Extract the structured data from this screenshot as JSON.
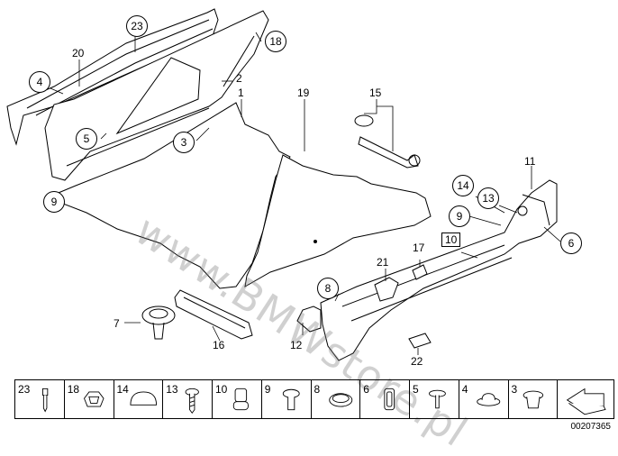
{
  "watermark": "www.BMWstore.pl",
  "callouts": {
    "c23": "23",
    "c20": "20",
    "c18": "18",
    "c4": "4",
    "c2": "2",
    "c1": "1",
    "c19": "19",
    "c15": "15",
    "c5": "5",
    "c3": "3",
    "c9a": "9",
    "c11": "11",
    "c14": "14",
    "c13": "13",
    "c9b": "9",
    "c6": "6",
    "c10": "10",
    "c17": "17",
    "c21": "21",
    "c8": "8",
    "c7": "7",
    "c16": "16",
    "c12": "12",
    "c22": "22"
  },
  "legend": [
    "23",
    "18",
    "14",
    "13",
    "10",
    "9",
    "8",
    "6",
    "5",
    "4",
    "3"
  ],
  "doc_id": "00207365"
}
